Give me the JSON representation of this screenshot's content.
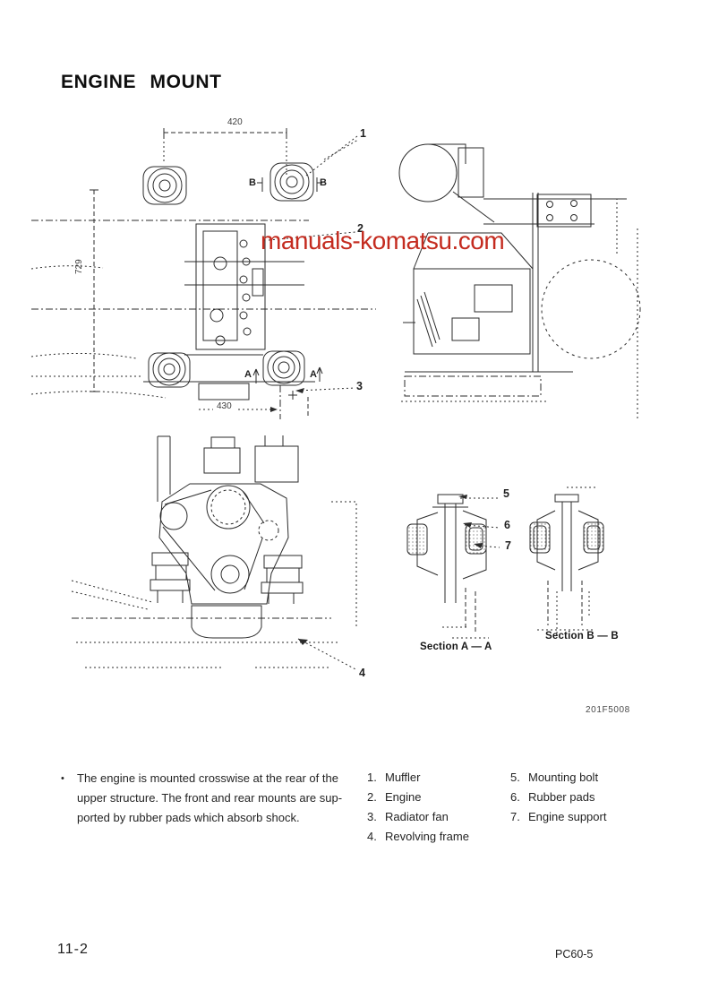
{
  "page": {
    "title": "ENGINE MOUNT",
    "footer_left": "11-2",
    "footer_right": "PC60-5"
  },
  "watermark": {
    "text": "manuals-komatsu.com",
    "color": "#c42b1f"
  },
  "figure": {
    "code": "201F5008",
    "dim_top": "420",
    "dim_bottom": "430",
    "dim_left": "729",
    "marker_a": "A",
    "marker_b": "B",
    "callouts": [
      "1",
      "2",
      "3",
      "4",
      "5",
      "6",
      "7"
    ],
    "section_a": "Section A — A",
    "section_b": "Section B — B"
  },
  "notes": {
    "bullet": "•",
    "lines": [
      "The engine is mounted crosswise at the rear of the",
      "upper structure.  The front and rear mounts are sup-",
      "ported by rubber pads which absorb shock."
    ]
  },
  "legend": {
    "left": [
      {
        "num": "1.",
        "label": "Muffler"
      },
      {
        "num": "2.",
        "label": "Engine"
      },
      {
        "num": "3.",
        "label": "Radiator fan"
      },
      {
        "num": "4.",
        "label": "Revolving frame"
      }
    ],
    "right": [
      {
        "num": "5.",
        "label": "Mounting bolt"
      },
      {
        "num": "6.",
        "label": "Rubber pads"
      },
      {
        "num": "7.",
        "label": "Engine support"
      }
    ]
  }
}
